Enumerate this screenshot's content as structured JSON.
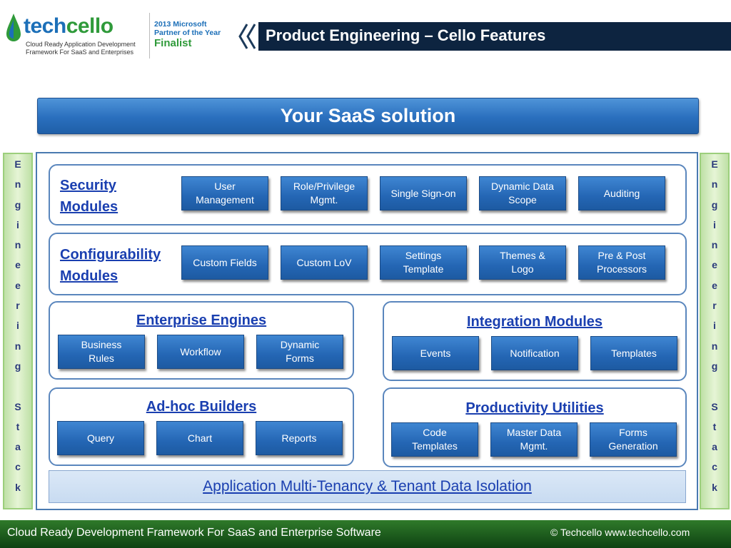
{
  "header": {
    "logo": {
      "brand_part1": "tech",
      "brand_part2": "cello",
      "tagline": "Cloud Ready Application Development Framework For SaaS and Enterprises"
    },
    "award": {
      "line1": "2013 Microsoft",
      "line2": "Partner of the Year",
      "line3": "Finalist"
    },
    "title": "Product Engineering – Cello Features"
  },
  "banner": "Your SaaS solution",
  "side_label": [
    "E",
    "n",
    "g",
    "i",
    "n",
    "e",
    "e",
    "r",
    "i",
    "n",
    "g",
    "",
    "S",
    "t",
    "a",
    "c",
    "k"
  ],
  "security": {
    "label_line1": "Security",
    "label_line2": "Modules",
    "items": [
      {
        "l1": "User",
        "l2": "Management"
      },
      {
        "l1": "Role/Privilege",
        "l2": "Mgmt."
      },
      {
        "l1": "Single Sign-on",
        "l2": ""
      },
      {
        "l1": "Dynamic Data",
        "l2": "Scope"
      },
      {
        "l1": "Auditing",
        "l2": ""
      }
    ]
  },
  "configurability": {
    "label_line1": "Configurability",
    "label_line2": "Modules",
    "items": [
      {
        "l1": "Custom Fields",
        "l2": ""
      },
      {
        "l1": "Custom LoV",
        "l2": ""
      },
      {
        "l1": "Settings",
        "l2": "Template"
      },
      {
        "l1": "Themes &",
        "l2": "Logo"
      },
      {
        "l1": "Pre & Post",
        "l2": "Processors"
      }
    ]
  },
  "enterprise": {
    "title": "Enterprise Engines",
    "items": [
      {
        "l1": "Business",
        "l2": "Rules"
      },
      {
        "l1": "Workflow",
        "l2": ""
      },
      {
        "l1": "Dynamic",
        "l2": "Forms"
      }
    ]
  },
  "integration": {
    "title": "Integration Modules",
    "items": [
      {
        "l1": "Events",
        "l2": ""
      },
      {
        "l1": "Notification",
        "l2": ""
      },
      {
        "l1": "Templates",
        "l2": ""
      }
    ]
  },
  "adhoc": {
    "title": "Ad-hoc Builders",
    "items": [
      {
        "l1": "Query",
        "l2": ""
      },
      {
        "l1": "Chart",
        "l2": ""
      },
      {
        "l1": "Reports",
        "l2": ""
      }
    ]
  },
  "productivity": {
    "title": "Productivity Utilities",
    "items": [
      {
        "l1": "Code",
        "l2": "Templates"
      },
      {
        "l1": "Master Data",
        "l2": "Mgmt."
      },
      {
        "l1": "Forms",
        "l2": "Generation"
      }
    ]
  },
  "tenancy": "Application Multi-Tenancy & Tenant Data Isolation",
  "footer": {
    "left": "Cloud Ready Development Framework For SaaS and Enterprise Software",
    "right": "© Techcello www.techcello.com"
  },
  "colors": {
    "header_bar": "#0d2440",
    "button_blue": "#2466b4",
    "link_blue": "#1a3fb0",
    "side_green": "#bfe0a6",
    "footer_green": "#1e5e1c"
  }
}
